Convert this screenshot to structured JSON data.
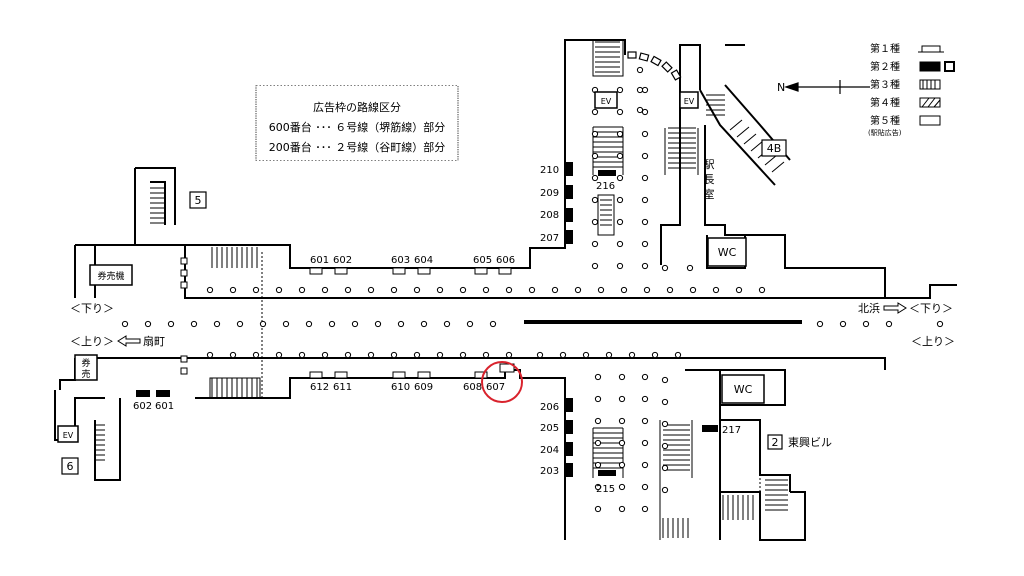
{
  "compass": {
    "label": "N"
  },
  "legend_box": {
    "title": "広告枠の路線区分",
    "line1": "600番台 ･･･ ６号線（堺筋線）部分",
    "line2": "200番台 ･･･ ２号線（谷町線）部分"
  },
  "key": {
    "k1": "第１種",
    "k2": "第２種",
    "k3": "第３種",
    "k4": "第４種",
    "k5": "第５種",
    "k5_note": "(駅貼広告)"
  },
  "directions": {
    "down_left": "＜下り＞",
    "up_left": "＜上り＞",
    "ogimachi": "扇町",
    "kitahama": "北浜",
    "down_right": "＜下り＞",
    "up_right": "＜上り＞"
  },
  "facilities": {
    "ticket_machine": "券売機",
    "ticket_short_1": "券",
    "ticket_short_2": "売",
    "ev": "EV",
    "wc": "WC",
    "stationmaster_1": "駅",
    "stationmaster_2": "長",
    "stationmaster_3": "室",
    "building": "東興ビル"
  },
  "exits": {
    "e5": "5",
    "e6": "6",
    "e4b": "4B",
    "e2": "2"
  },
  "ad_600": {
    "a601_top": "601",
    "a602_top": "602",
    "a603": "603",
    "a604": "604",
    "a605": "605",
    "a606": "606",
    "a612": "612",
    "a611": "611",
    "a610": "610",
    "a609": "609",
    "a608": "608",
    "a607": "607",
    "a602_bottom": "602",
    "a601_bottom": "601"
  },
  "ad_200": {
    "a210": "210",
    "a209": "209",
    "a208": "208",
    "a207": "207",
    "a206": "206",
    "a205": "205",
    "a204": "204",
    "a203": "203",
    "a216": "216",
    "a215": "215",
    "a217": "217"
  },
  "highlight": {
    "target": "607",
    "color": "#d9232d"
  }
}
